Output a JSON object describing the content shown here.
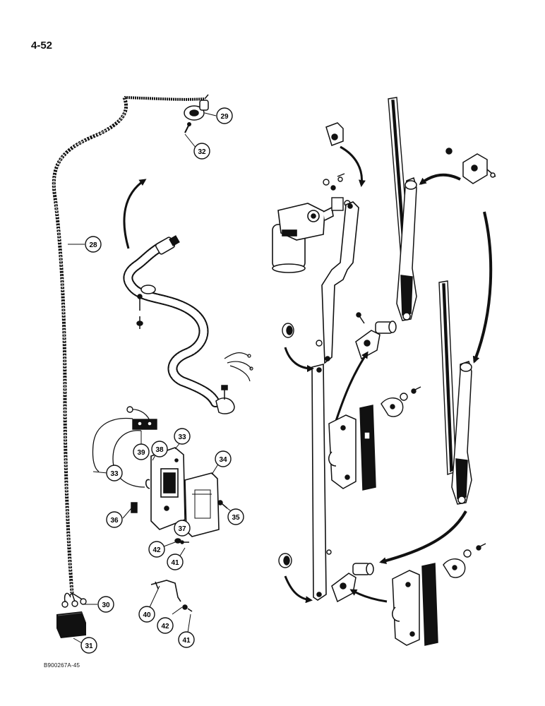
{
  "page": {
    "page_number": "4-52",
    "figure_code": "B900267A-45"
  },
  "callouts": [
    {
      "id": "c28",
      "label": "28"
    },
    {
      "id": "c29",
      "label": "29"
    },
    {
      "id": "c30",
      "label": "30"
    },
    {
      "id": "c31",
      "label": "31"
    },
    {
      "id": "c32",
      "label": "32"
    },
    {
      "id": "c33a",
      "label": "33"
    },
    {
      "id": "c33b",
      "label": "33"
    },
    {
      "id": "c34",
      "label": "34"
    },
    {
      "id": "c35",
      "label": "35"
    },
    {
      "id": "c36",
      "label": "36"
    },
    {
      "id": "c37",
      "label": "37"
    },
    {
      "id": "c38",
      "label": "38"
    },
    {
      "id": "c39",
      "label": "39"
    },
    {
      "id": "c40",
      "label": "40"
    },
    {
      "id": "c41a",
      "label": "41"
    },
    {
      "id": "c41b",
      "label": "41"
    },
    {
      "id": "c42a",
      "label": "42"
    },
    {
      "id": "c42b",
      "label": "42"
    }
  ]
}
